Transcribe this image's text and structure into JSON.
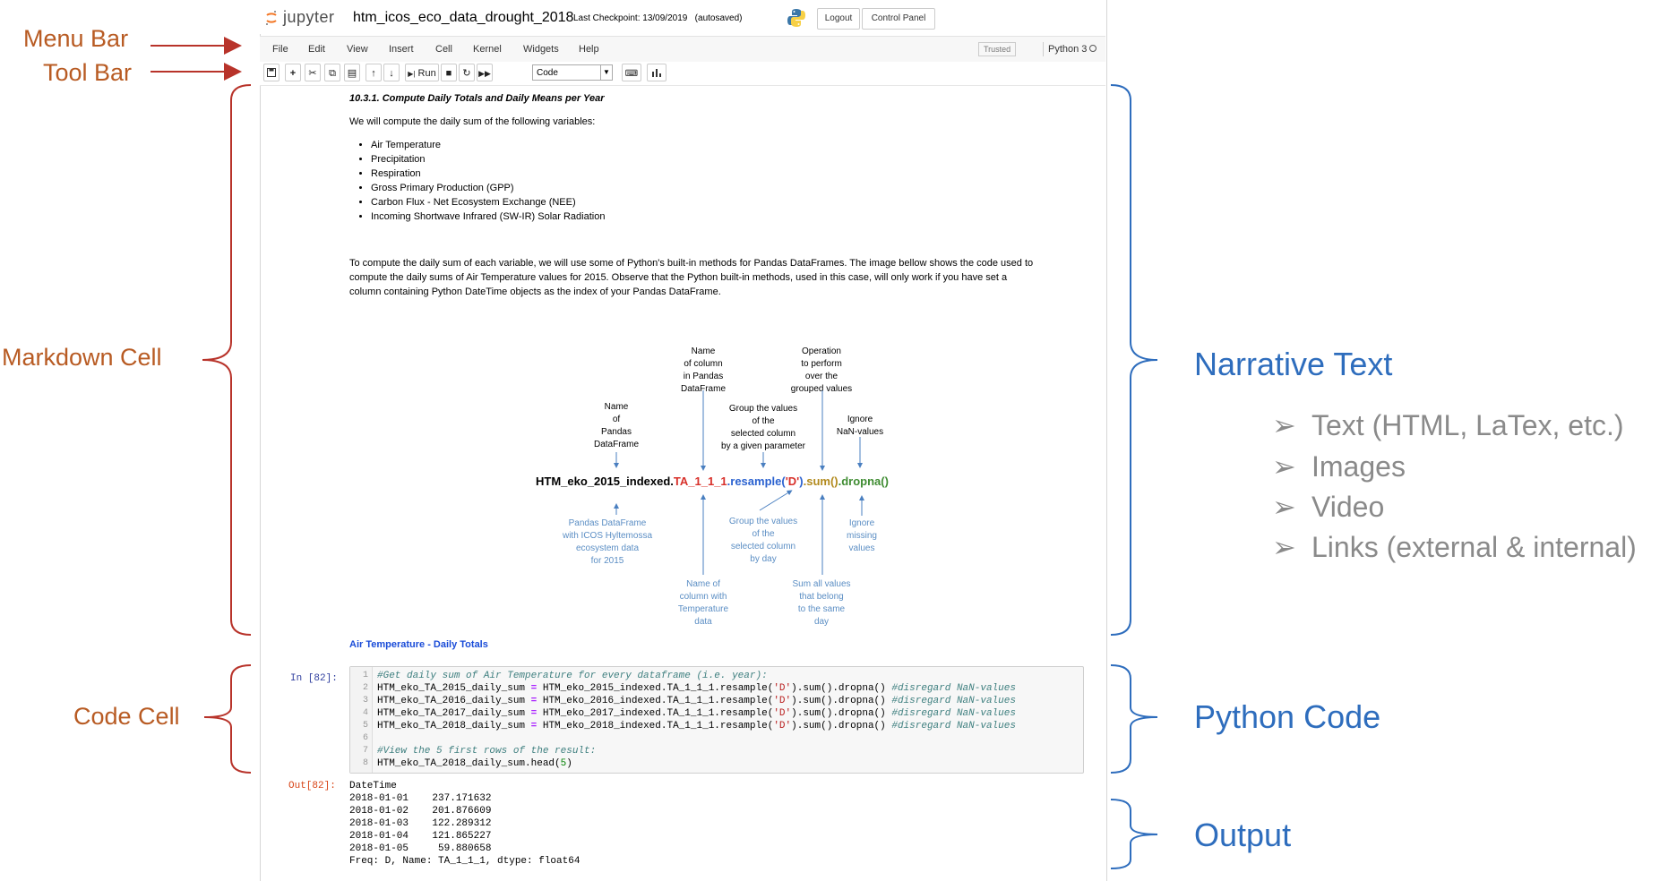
{
  "header": {
    "logo_text": "jupyter",
    "notebook_name": "htm_icos_eco_data_drought_2018",
    "checkpoint": "Last Checkpoint: 13/09/2019",
    "autosave": "(autosaved)",
    "logout_label": "Logout",
    "control_panel_label": "Control Panel"
  },
  "menubar": {
    "items": [
      "File",
      "Edit",
      "View",
      "Insert",
      "Cell",
      "Kernel",
      "Widgets",
      "Help"
    ],
    "trusted": "Trusted",
    "kernel": "Python 3"
  },
  "toolbar": {
    "run_label": "Run",
    "cell_type": "Code"
  },
  "markdown": {
    "heading": "10.3.1. Compute Daily Totals and Daily Means per Year",
    "intro": "We will compute the daily sum of the following variables:",
    "list": [
      "Air Temperature",
      "Precipitation",
      "Respiration",
      "Gross Primary Production (GPP)",
      "Carbon Flux - Net Ecosystem Exchange (NEE)",
      "Incoming Shortwave Infrared (SW-IR) Solar Radiation"
    ],
    "para_lines": [
      "To compute the daily sum of each variable, we will use some of Python's built-in methods for Pandas DataFrames. The image bellow shows the code used to",
      "compute the daily sums of Air Temperature values for 2015. Observe that the Python built-in methods, used in this case, will only work if you have set a",
      "column containing Python DateTime objects as the index of your Pandas DataFrame."
    ],
    "subheading": "Air Temperature - Daily Totals"
  },
  "diagram": {
    "code_parts": {
      "df": "HTM_eko_2015_indexed.",
      "col": "TA_1_1_1",
      "resample": ".resample(",
      "arg": "'D'",
      "close": ")",
      "sum": ".sum()",
      "dropna": ".dropna()"
    },
    "top_labels": {
      "df_name": [
        "Name",
        "of",
        "Pandas",
        "DataFrame"
      ],
      "col_name": [
        "Name",
        "of column",
        "in Pandas",
        "DataFrame"
      ],
      "group": [
        "Group the values",
        "of the",
        "selected column",
        "by a given parameter"
      ],
      "operation": [
        "Operation",
        "to perform",
        "over the",
        "grouped values"
      ],
      "ignore": [
        "Ignore",
        "NaN-values"
      ]
    },
    "bottom_labels": {
      "df_desc": [
        "Pandas DataFrame",
        "with ICOS Hyltemossa",
        "ecosystem data",
        "for 2015"
      ],
      "col_desc": [
        "Name of",
        "column with",
        "Temperature",
        "data"
      ],
      "group_desc": [
        "Group the values",
        "of the",
        "selected column",
        "by day"
      ],
      "sum_desc": [
        "Sum all values",
        "that belong",
        "to the same",
        "day"
      ],
      "ignore_desc": [
        "Ignore",
        "missing",
        "values"
      ]
    }
  },
  "code_cell": {
    "prompt_in": "In [82]:",
    "prompt_out": "Out[82]:",
    "line_numbers": [
      "1",
      "2",
      "3",
      "4",
      "5",
      "6",
      "7",
      "8"
    ],
    "comment1": "#Get daily sum of Air Temperature for every dataframe (i.e. year):",
    "assign_rows": [
      {
        "lhs": "HTM_eko_TA_2015_daily_sum",
        "rhs": "HTM_eko_2015_indexed.TA_1_1_1.resample("
      },
      {
        "lhs": "HTM_eko_TA_2016_daily_sum",
        "rhs": "HTM_eko_2016_indexed.TA_1_1_1.resample("
      },
      {
        "lhs": "HTM_eko_TA_2017_daily_sum",
        "rhs": "HTM_eko_2017_indexed.TA_1_1_1.resample("
      },
      {
        "lhs": "HTM_eko_TA_2018_daily_sum",
        "rhs": "HTM_eko_2018_indexed.TA_1_1_1.resample("
      }
    ],
    "arg": "'D'",
    "tail": ").sum().dropna() ",
    "eq": "=",
    "trailing_comment": "#disregard NaN-values",
    "comment2": "#View the 5 first rows of the result:",
    "head_call": "HTM_eko_TA_2018_daily_sum.head(",
    "head_arg": "5",
    "head_close": ")"
  },
  "output": {
    "lines": [
      "DateTime",
      "2018-01-01    237.171632",
      "2018-01-02    201.876609",
      "2018-01-03    122.289312",
      "2018-01-04    121.865227",
      "2018-01-05     59.880658",
      "Freq: D, Name: TA_1_1_1, dtype: float64"
    ]
  },
  "annotations": {
    "menu_bar": "Menu Bar",
    "tool_bar": "Tool Bar",
    "markdown_cell": "Markdown Cell",
    "code_cell": "Code Cell",
    "narrative_text": "Narrative Text",
    "python_code": "Python Code",
    "output": "Output",
    "bullets": [
      "Text (HTML, LaTex, etc.)",
      "Images",
      "Video",
      "Links (external & internal)"
    ]
  },
  "colors": {
    "annotation_left": "#b85b23",
    "annotation_right": "#2e6dbd",
    "bullet_gray": "#8a8a8a",
    "brace_red": "#b8332a",
    "brace_blue": "#2e6dbd"
  }
}
